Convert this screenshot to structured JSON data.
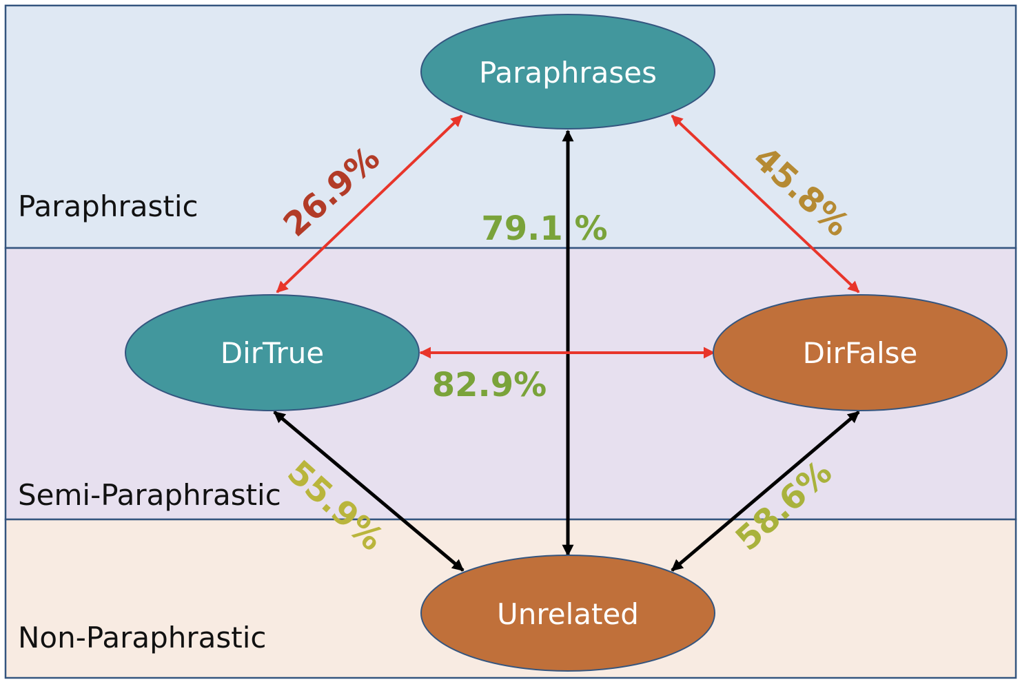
{
  "bands": [
    {
      "label": "Paraphrastic",
      "color": "#dfe8f3"
    },
    {
      "label": "Semi-Paraphrastic",
      "color": "#e7e0ef"
    },
    {
      "label": "Non-Paraphrastic",
      "color": "#f8ebe2"
    }
  ],
  "nodes": {
    "paraphrases": {
      "label": "Paraphrases",
      "color": "#42979d"
    },
    "dirtrue": {
      "label": "DirTrue",
      "color": "#42979d"
    },
    "dirfalse": {
      "label": "DirFalse",
      "color": "#c0703a"
    },
    "unrelated": {
      "label": "Unrelated",
      "color": "#c0703a"
    }
  },
  "edges": {
    "paraphrases_dirtrue": {
      "value": "26.9%",
      "line_color": "#e8352a",
      "text_color": "#b23b27"
    },
    "paraphrases_dirfalse": {
      "value": "45.8%",
      "line_color": "#e8352a",
      "text_color": "#b58a33"
    },
    "paraphrases_unrelated": {
      "value": "79.1 %",
      "line_color": "#000000",
      "text_color": "#7aa33a"
    },
    "dirtrue_dirfalse": {
      "value": "82.9%",
      "line_color": "#e8352a",
      "text_color": "#7aa33a"
    },
    "dirtrue_unrelated": {
      "value": "55.9%",
      "line_color": "#000000",
      "text_color": "#b9b53c"
    },
    "dirfalse_unrelated": {
      "value": "58.6%",
      "line_color": "#000000",
      "text_color": "#a9b23c"
    }
  },
  "colors": {
    "border": "#34557f"
  }
}
